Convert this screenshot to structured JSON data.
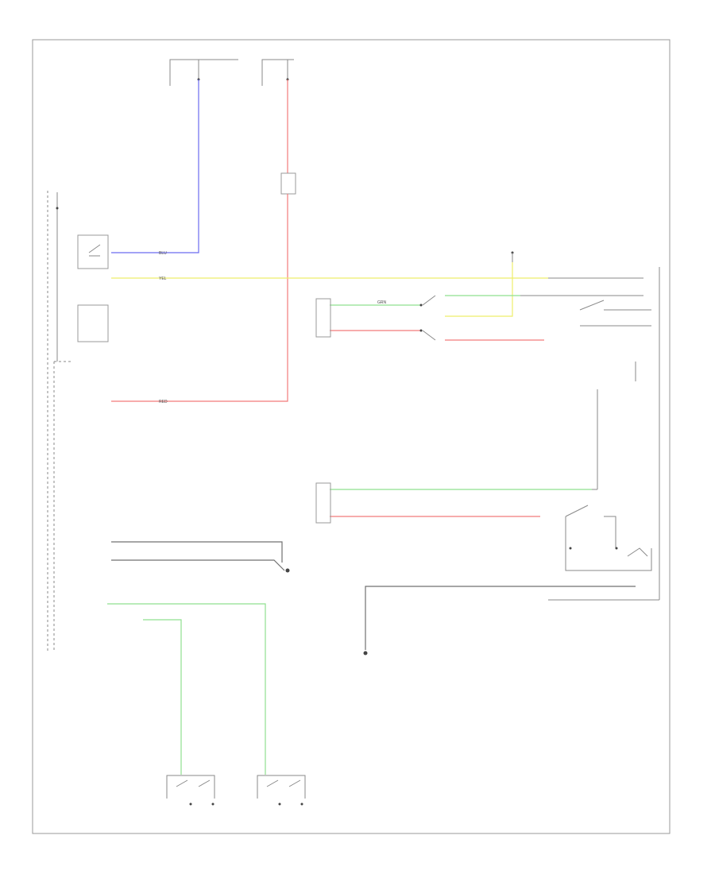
{
  "diagram": {
    "footer_code": "",
    "power_sources": {
      "left_fuse_label": "",
      "center_fuse_label": "",
      "hot_note": ""
    },
    "left_block": {
      "header": "",
      "footer": "",
      "ground_note": ""
    },
    "relays": {
      "power_window_relay": "",
      "auto_relay": ""
    },
    "right_labels": {
      "power_window_connector": "",
      "window_motor": "",
      "master_switch": "",
      "ground_lower": "",
      "passenger_window_switch": ""
    },
    "wire_colors": {
      "blu": "BLU",
      "yel": "YEL",
      "red": "RED",
      "grn": "GRN"
    },
    "colors": {
      "blue_wire": "#6b6bf0",
      "red_wire": "#f27a7a",
      "yellow_wire": "#eeee6a",
      "green_wire": "#8fe08f",
      "gray_wire": "#707070"
    }
  }
}
